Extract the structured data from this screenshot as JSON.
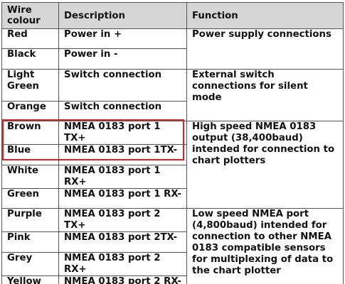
{
  "table": {
    "headers": {
      "wire_colour": "Wire colour",
      "description": "Description",
      "function": "Function"
    },
    "rows": [
      {
        "colour": "Red",
        "description": "Power in +"
      },
      {
        "colour": "Black",
        "description": "Power in -"
      },
      {
        "colour": "Light Green",
        "description": "Switch connection"
      },
      {
        "colour": "Orange",
        "description": "Switch connection"
      },
      {
        "colour": "Brown",
        "description": "NMEA 0183 port 1 TX+"
      },
      {
        "colour": "Blue",
        "description": "NMEA 0183 port 1TX-"
      },
      {
        "colour": "White",
        "description": "NMEA 0183 port 1 RX+"
      },
      {
        "colour": "Green",
        "description": "NMEA 0183 port 1 RX-"
      },
      {
        "colour": "Purple",
        "description": "NMEA 0183 port 2 TX+"
      },
      {
        "colour": "Pink",
        "description": "NMEA 0183 port 2TX-"
      },
      {
        "colour": "Grey",
        "description": "NMEA 0183 port 2 RX+"
      },
      {
        "colour": "Yellow",
        "description": "NMEA 0183 port 2 RX-"
      }
    ],
    "functions": [
      "Power supply connections",
      "External switch connections for silent mode",
      "High speed NMEA 0183 output (38,400baud) intended for connection to chart plotters",
      "Low speed NMEA port (4,800baud) intended for connection to other NMEA 0183 compatible sensors for multiplexing of data to the chart plotter"
    ]
  },
  "colors": {
    "header_bg": "#d6d6d6",
    "border": "#555555",
    "highlight": "#e02020"
  }
}
